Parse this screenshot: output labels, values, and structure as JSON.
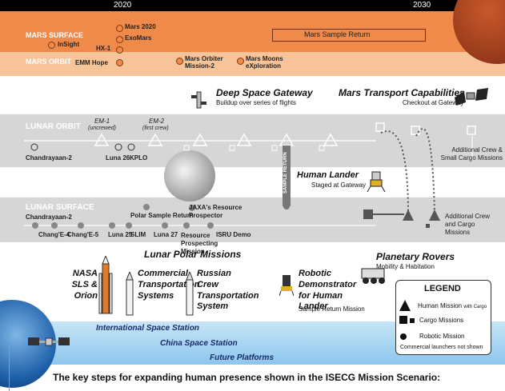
{
  "timeline": {
    "year_start": "2020",
    "year_end": "2030"
  },
  "mars_surface": {
    "label": "MARS SURFACE",
    "missions": [
      "Mars 2020",
      "ExoMars",
      "InSight",
      "HX-1"
    ],
    "sample_return": "Mars Sample Return"
  },
  "mars_orbit": {
    "label": "MARS ORBIT",
    "missions": [
      "EMM Hope",
      "Mars Orbiter Mission-2",
      "Mars Moons eXploration"
    ]
  },
  "gateway": {
    "title": "Deep Space Gateway",
    "subtitle": "Buildup over series of flights"
  },
  "mars_transport": {
    "title": "Mars Transport Capabilities",
    "subtitle": "Checkout at Gateway"
  },
  "lunar_orbit": {
    "label": "LUNAR ORBIT",
    "em1": "EM-1",
    "em1_note": "(uncrewed)",
    "em2": "EM-2",
    "em2_note": "(first crew)",
    "missions": [
      "Chandrayaan-2",
      "Luna 26",
      "KPLO"
    ],
    "additional": "Additional Crew & Small Cargo Missions"
  },
  "human_lander": {
    "title": "Human Lander",
    "subtitle": "Staged at Gateway"
  },
  "sample_return_bar": "SAMPLE RETURN",
  "lunar_surface": {
    "label": "LUNAR SURFACE",
    "missions": [
      "Chandrayaan-2",
      "Chang'E-4",
      "Chang'E-5",
      "Luna 25",
      "SLIM",
      "Luna 27",
      "Polar Sample Return",
      "JAXA's Resource Prospector",
      "Resource Prospecting Mission",
      "ISRU Demo"
    ],
    "additional": "Additional Crew and Cargo Missions"
  },
  "lunar_polar": "Lunar Polar Missions",
  "vehicles": {
    "sls": "NASA SLS & Orion",
    "commercial": "Commercial Transportation Systems",
    "russian": "Russian Crew Transportation System",
    "robotic_title": "Robotic Demonstrator for Human Lander",
    "robotic_sub": "Sample Return Mission"
  },
  "rovers": {
    "title": "Planetary Rovers",
    "subtitle": "Mobility & Habitation"
  },
  "legend": {
    "title": "LEGEND",
    "human": "Human Mission",
    "human_suffix": "with Cargo",
    "cargo": "Cargo Missions",
    "robotic": "Robotic Mission",
    "note": "Commercial launchers not shown"
  },
  "platforms": [
    "International Space Station",
    "China Space Station",
    "Future Platforms"
  ],
  "footer": "The key steps for expanding human presence shown in the ISECG Mission Scenario:",
  "colors": {
    "mars_band": "#f08a4b",
    "mars_orbit_band": "#f7c49a",
    "lunar_band": "#d6d6d6",
    "leo_band": "#9fd0ee",
    "black_bar": "#000000"
  }
}
